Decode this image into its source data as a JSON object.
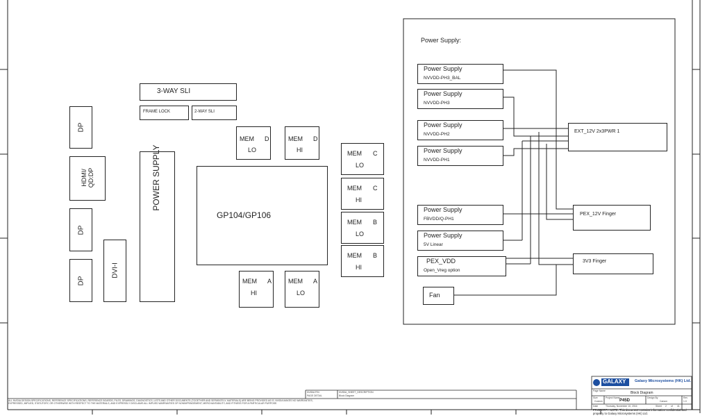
{
  "sli": {
    "title": "3-WAY SLI",
    "frame_lock": "FRAME LOCK",
    "two_way": "2-WAY SLI"
  },
  "connectors": {
    "dp_top": "DP",
    "hdmi": "HDMI/\nQD:DP",
    "dp_mid": "DP",
    "dp_bottom": "DP",
    "dvi": "DVI-I"
  },
  "power_supply_left": "POWER SUPPLY",
  "gpu": "GP104/GP106",
  "memory": {
    "d_lo": [
      "MEM",
      "D",
      "LO"
    ],
    "d_hi": [
      "MEM",
      "D",
      "HI"
    ],
    "c_lo": [
      "MEM",
      "C",
      "LO"
    ],
    "c_hi": [
      "MEM",
      "C",
      "HI"
    ],
    "b_lo": [
      "MEM",
      "B",
      "LO"
    ],
    "b_hi": [
      "MEM",
      "B",
      "HI"
    ],
    "a_hi": [
      "MEM",
      "A",
      "HI"
    ],
    "a_lo": [
      "MEM",
      "A",
      "LO"
    ]
  },
  "power_section": {
    "title": "Power Supply:",
    "rails": [
      {
        "name": "Power Supply",
        "sub": "NVVDD-PH3_BAL"
      },
      {
        "name": "Power Supply",
        "sub": "NVVDD-PH3"
      },
      {
        "name": "Power Supply",
        "sub": "NVVDD-PH2"
      },
      {
        "name": "Power Supply",
        "sub": "NVVDD-PH1"
      },
      {
        "name": "Power Supply",
        "sub": "FBVDD/Q-PH1"
      },
      {
        "name": "Power Supply",
        "sub": "5V Linear"
      }
    ],
    "pex_vdd": {
      "name": "PEX_VDD",
      "sub": "Open_Vreg option"
    },
    "fan": "Fan",
    "ext_12v": "EXT_12V 2x3PWR 1",
    "pex_12v": "PEX_12V Finger",
    "v3v3": "3V3 Finger"
  },
  "title_block": {
    "logo": "GALAXY",
    "company": "Galaxy Microsystems (HK) Ltd.",
    "page_name_label": "Page Name",
    "page_name": "Block Diagram",
    "size_label": "Size",
    "size": "Custom",
    "project_label": "Project Name",
    "project": "P45D",
    "design_by_label": "Design By",
    "design_by": "Carson",
    "date_label": "Date",
    "date": "Thursday, November 10, 2016",
    "sheet_label": "Sheet",
    "sheet": "2",
    "of_label": "of",
    "of": "41",
    "rev_label": "Rev",
    "rev": "1.0",
    "note": "PROPERTY NOTE: This document contains information confidential and property to Galaxy Microsystems (HK) Ltd.",
    "disclaimer": "ALL NVIDIA DESIGN SPECIFICATIONS, REFERENCE SPECIFICATIONS, REFERENCE BOARDS, FILES, DRAWINGS, DIAGNOSTICS, LISTS AND OTHER DOCUMENTS (TOGETHER AND SEPARATELY, MATERIALS) ARE BEING PROVIDED AS IS. NVIDIA MAKES NO WARRANTIES, EXPRESSED, IMPLIED, STATUTORY, OR OTHERWISE WITH RESPECT TO THE MATERIALS, AND EXPRESSLY DISCLAIMS ALL IMPLIED WARRANTIES OF NONINFRINGEMENT, MERCHANTABILITY, AND FITNESS FOR A PARTICULAR PURPOSE.",
    "mid_label1": "NVIDIA P/N",
    "mid_val1": "NVIDIA_SHEET_DESCRIPTION",
    "mid_label2": "PAGE DETAIL",
    "mid_val2": "Block Diagram"
  }
}
